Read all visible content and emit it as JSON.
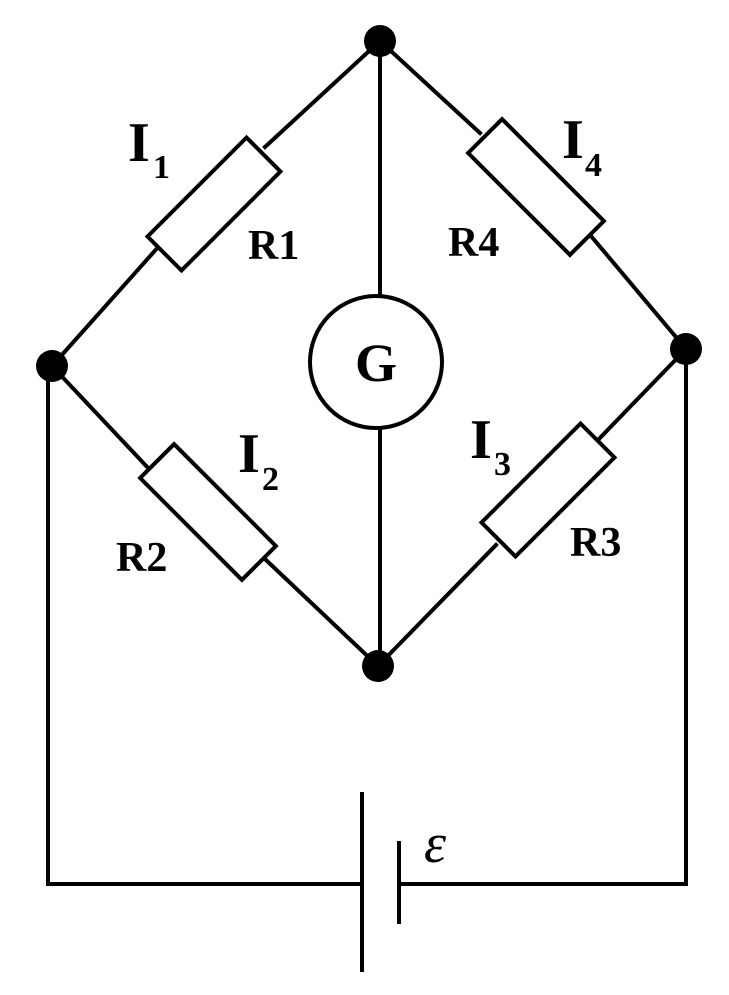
{
  "circuit": {
    "resistors": {
      "r1": {
        "label": "R1",
        "current_letter": "I",
        "current_sub": "1"
      },
      "r2": {
        "label": "R2",
        "current_letter": "I",
        "current_sub": "2"
      },
      "r3": {
        "label": "R3",
        "current_letter": "I",
        "current_sub": "3"
      },
      "r4": {
        "label": "R4",
        "current_letter": "I",
        "current_sub": "4"
      }
    },
    "galvanometer": {
      "label": "G"
    },
    "battery": {
      "label": "ε"
    }
  }
}
